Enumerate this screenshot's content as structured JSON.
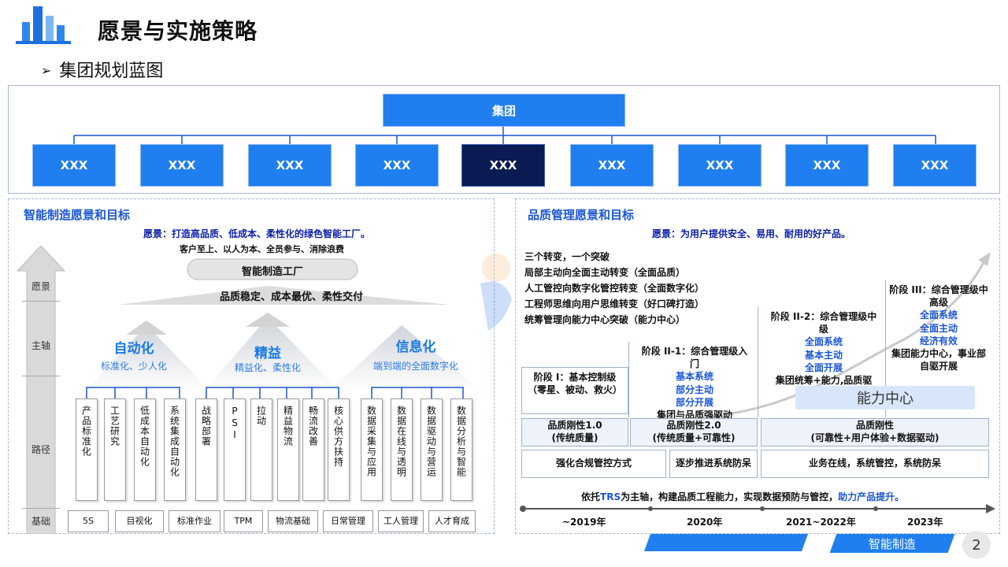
{
  "header": {
    "title": "愿景与实施策略",
    "bullet": "➢",
    "subtitle": "集团规划蓝图"
  },
  "org_chart": {
    "root": "集团",
    "children": [
      "XXX",
      "XXX",
      "XXX",
      "XXX",
      "XXX",
      "XXX",
      "XXX",
      "XXX",
      "XXX"
    ],
    "highlighted_index": 4
  },
  "left_panel": {
    "title": "智能制造愿景和目标",
    "vision": "愿景：打造高品质、低成本、柔性化的绿色智能工厂。",
    "motto": "客户至上、以人为本、全员参与、消除浪费",
    "banner_top": "智能制造工厂",
    "banner_mid": "品质稳定、成本最优、柔性交付",
    "side_labels": [
      "愿景",
      "主轴",
      "路径",
      "基础"
    ],
    "pillars": [
      {
        "title": "自动化",
        "sub": "标准化、少人化"
      },
      {
        "title": "精益",
        "sub": "精益化、柔性化"
      },
      {
        "title": "信息化",
        "sub": "端到端的全面数字化"
      }
    ],
    "paths": [
      "产品标准化",
      "工艺研究",
      "低成本自动化",
      "系统集成自动化",
      "战略部署",
      "PSI",
      "拉动",
      "精益物流",
      "畅流改善",
      "核心供方扶持",
      "数据采集与应用",
      "数据在线与透明",
      "数据驱动与营运",
      "数据分析与智能"
    ],
    "base": [
      "5S",
      "目视化",
      "标准作业",
      "TPM",
      "物流基础",
      "日常管理",
      "工人管理",
      "人才育成"
    ]
  },
  "right_panel": {
    "title": "品质管理愿景和目标",
    "vision": "愿景：为用户提供安全、易用、耐用的好产品。",
    "transforms": [
      "三个转变，一个突破",
      "局部主动向全面主动转变（全面品质）",
      "人工管控向数字化管控转变（全面数字化）",
      "工程师思维向用户思维转变（好口碑打造）",
      "统筹管理向能力中心突破（能力中心）"
    ],
    "stage1": {
      "title": "阶段 I：基本控制级",
      "desc": "（零星、被动、救火）"
    },
    "stage2": {
      "title": "阶段 II-1：综合管理级入门",
      "l1": "基本系统",
      "l2": "部分主动",
      "l3": "部分开展",
      "l4": "集团与品质强驱动"
    },
    "stage3": {
      "title": "阶段 II-2：综合管理级中级",
      "l1": "全面系统",
      "l2": "基本主动",
      "l3": "全面开展",
      "l4": "集团统筹+能力,品质驱动"
    },
    "stage4": {
      "title": "阶段 III：综合管理级中高级",
      "l1": "全面系统",
      "l2": "全面主动",
      "l3": "经济有效",
      "l4": "集团能力中心，事业部自驱开展"
    },
    "capability_center": "能力中心",
    "rigidity": [
      "品质刚性1.0\n(传统质量)",
      "品质刚性2.0\n(传统质量+可靠性)",
      "品质刚性\n(可靠性+用户体验+数据驱动)"
    ],
    "measures": [
      "强化合规管控方式",
      "逐步推进系统防呆",
      "业务在线，系统管控，系统防呆"
    ],
    "summary_a": "依托",
    "summary_b": "TRS",
    "summary_c": "为主轴，构建品质工程能力，实现数据预防与管控，",
    "summary_d": "助力产品提升。",
    "years": [
      "~2019年",
      "2020年",
      "2021~2022年",
      "2023年"
    ]
  },
  "footer": {
    "tag": "智能制造",
    "page": "2"
  },
  "colors": {
    "accent": "#1f7ef0",
    "dark": "#0a1a52",
    "vision_text": "#0a1ea8"
  }
}
